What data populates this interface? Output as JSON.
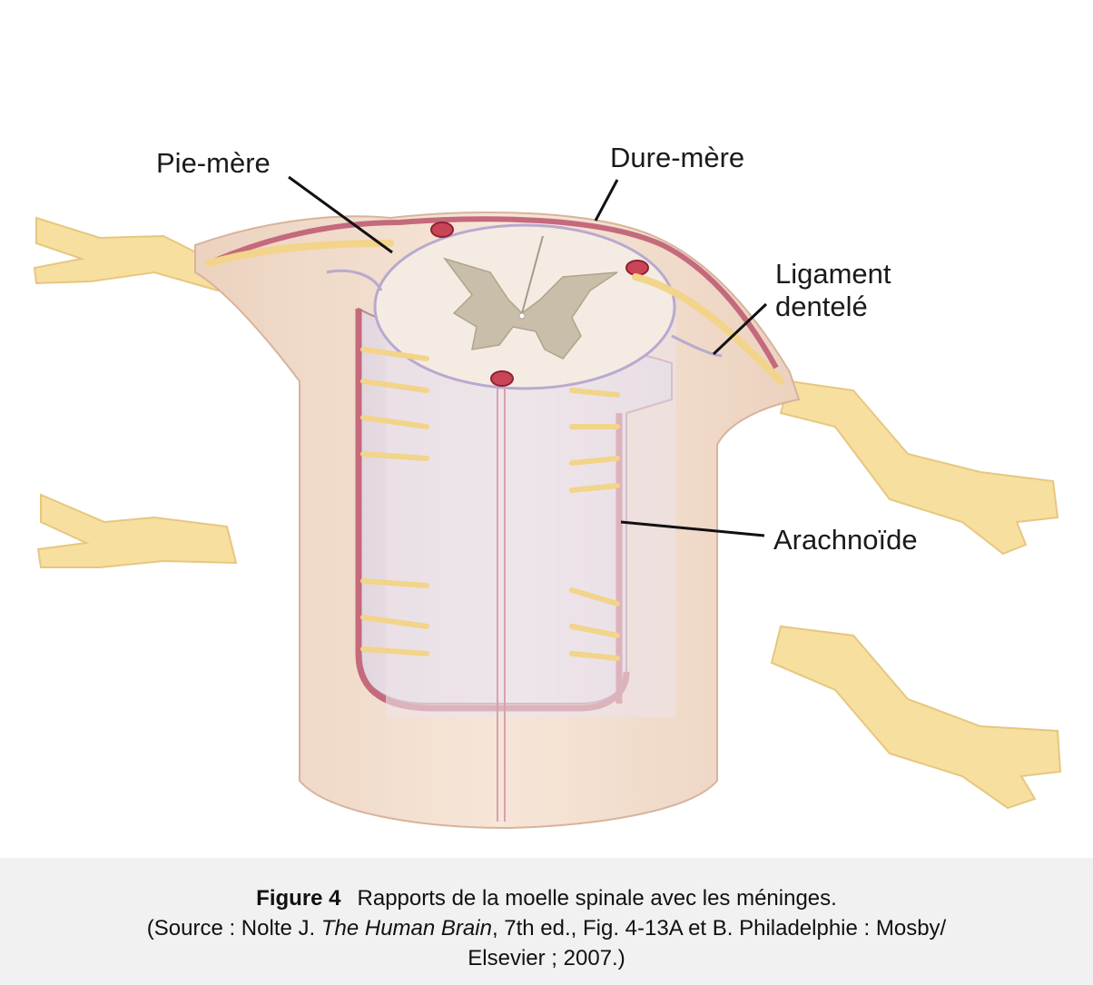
{
  "labels": {
    "pie_mere": "Pie-mère",
    "dure_mere": "Dure-mère",
    "ligament_line1": "Ligament",
    "ligament_line2": "dentelé",
    "arachnoide": "Arachnoïde"
  },
  "caption": {
    "figure_number": "Figure 4",
    "title": "Rapports de la moelle spinale avec les méninges.",
    "source_prefix": "(Source : Nolte J. ",
    "source_book": "The Human Brain",
    "source_suffix": ", 7th ed., Fig. 4-13A et B. Philadelphie : Mosby/",
    "source_line3": "Elsevier ; 2007.)"
  },
  "colors": {
    "nerve": "#f7dfa0",
    "dura": "#c46a7c",
    "tissue": "#f3e0cf",
    "cord": "#f2ebe2",
    "grey_matter": "#c8bea9",
    "arachnoid_space": "#e9e0e6",
    "caption_bg": "#f1f1f1"
  }
}
